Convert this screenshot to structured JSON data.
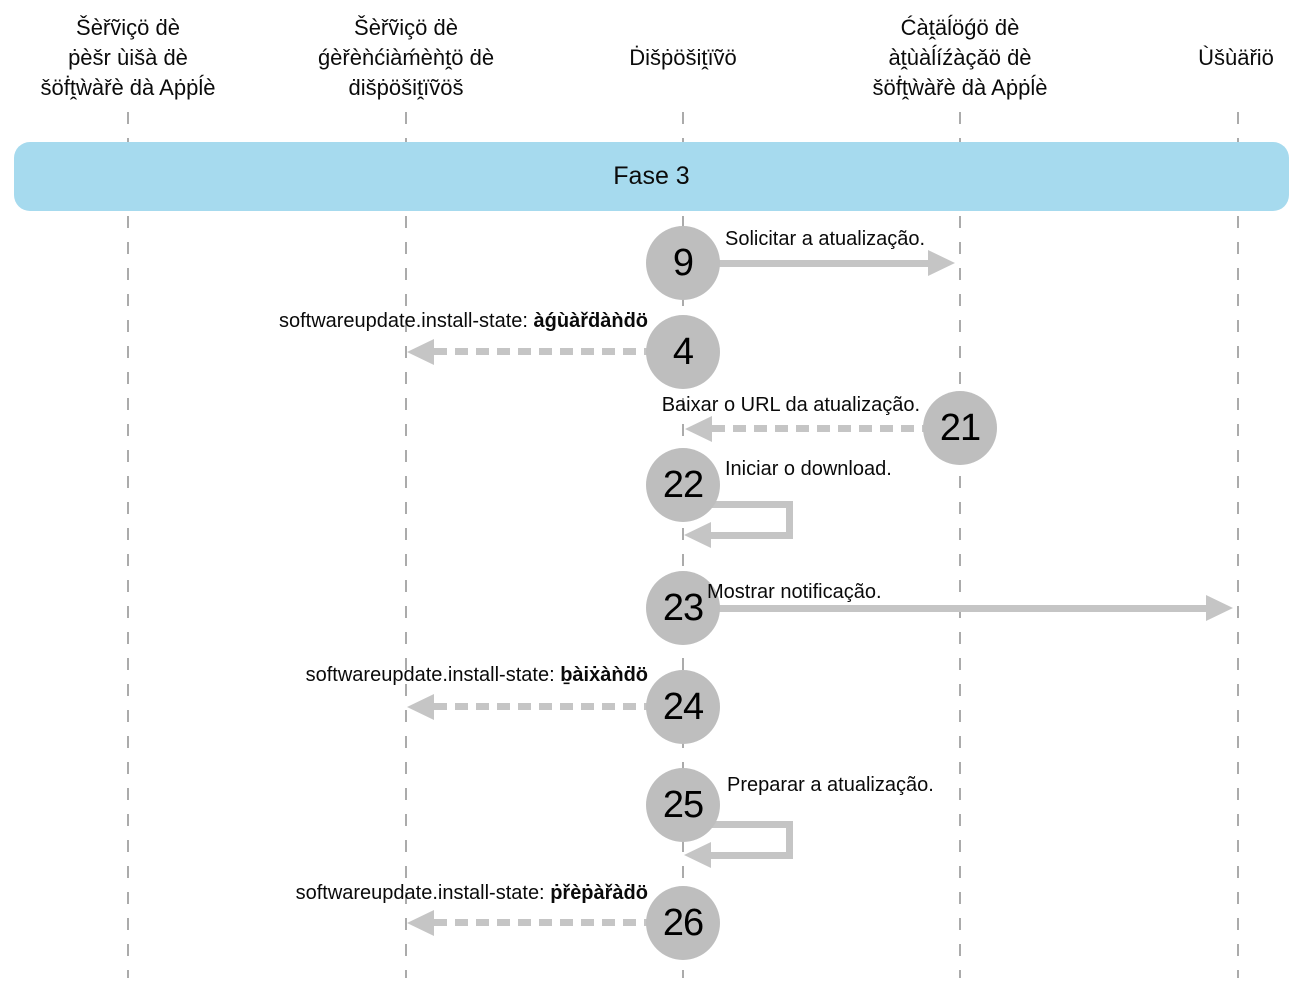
{
  "diagram": {
    "title_semantic": "Fluxo de atualização de software (sequência)",
    "colors": {
      "background": "#ffffff",
      "banner_bg": "#a6daee",
      "circle_fill": "#bebebe",
      "arrow_gray": "#c5c5c5",
      "lifeline_gray": "#ababab",
      "text": "#0b0b0b"
    },
    "banner": {
      "label": "Fase 3"
    },
    "actors": [
      {
        "id": "apple-software-lookup-service",
        "lines": [
          "Šèřṽiçö ḋè",
          "ṗèšr ùišà ḋè",
          "šöḟṱẁàřè ḋà Aṗṗĺè"
        ]
      },
      {
        "id": "mdm-service",
        "lines": [
          "Šèřṽiçö ḋè",
          "ǵèřèǹćiàḿèǹṱö ḋè",
          "ḋišṗöšiṱïṽöš"
        ]
      },
      {
        "id": "device",
        "lines": [
          "Ḋišṗöšiṱïṽö"
        ]
      },
      {
        "id": "apple-software-update-catalog",
        "lines": [
          "Ćàṱäĺöǵö ḋè",
          "àṱùàĺíźàçǎö ḋè",
          "šöḟṱẁàřè ḋà Aṗṗĺè"
        ]
      },
      {
        "id": "user",
        "lines": [
          "Ùšùäřiö"
        ]
      }
    ],
    "steps": [
      {
        "number": "9",
        "label": "Solicitar a atualização.",
        "label_bold": "",
        "arrow": "solid-right",
        "from": "device",
        "to": "apple-software-update-catalog"
      },
      {
        "number": "4",
        "label": "softwareupdate.install-state: ",
        "label_bold": "àǵùàřḋàǹḋö",
        "arrow": "dashed-left",
        "from": "device",
        "to": "mdm-service"
      },
      {
        "number": "21",
        "label": "Baixar o URL da atualização.",
        "label_bold": "",
        "arrow": "dashed-left",
        "from": "apple-software-update-catalog",
        "to": "device"
      },
      {
        "number": "22",
        "label": "Iniciar o download.",
        "label_bold": "",
        "arrow": "self-loop",
        "from": "device",
        "to": "device"
      },
      {
        "number": "23",
        "label": "Mostrar notificação.",
        "label_bold": "",
        "arrow": "solid-right",
        "from": "device",
        "to": "user"
      },
      {
        "number": "24",
        "label": "softwareupdate.install-state: ",
        "label_bold": "ḇàiẋàǹḋö",
        "arrow": "dashed-left",
        "from": "device",
        "to": "mdm-service"
      },
      {
        "number": "25",
        "label": "Preparar a atualização.",
        "label_bold": "",
        "arrow": "self-loop",
        "from": "device",
        "to": "device"
      },
      {
        "number": "26",
        "label": "softwareupdate.install-state: ",
        "label_bold": "ṗřèṗàřàḋö",
        "arrow": "dashed-left",
        "from": "device",
        "to": "mdm-service"
      }
    ]
  }
}
